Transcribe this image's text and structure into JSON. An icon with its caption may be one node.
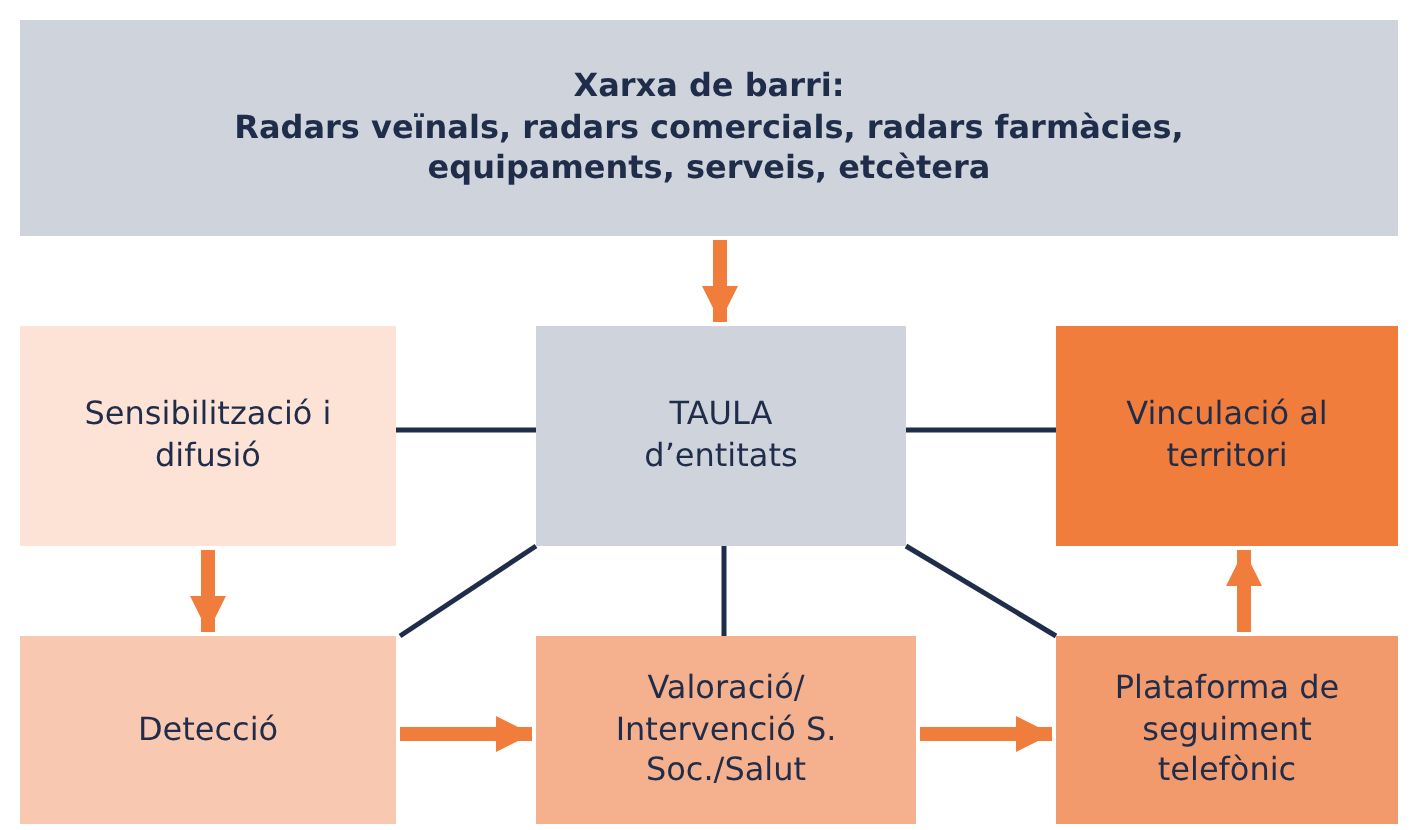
{
  "diagram": {
    "nodes": [
      {
        "text": [
          "Xarxa de barri:",
          "Radars veïnals, radars comercials, radars farmàcies, equipaments, serveis, etcètera"
        ]
      },
      {
        "text": [
          "Sensibilització i difusió"
        ]
      },
      {
        "text": [
          "TAULA d’entitats"
        ]
      },
      {
        "text": [
          "Vinculació al territori"
        ]
      },
      {
        "text": [
          "Detecció"
        ]
      },
      {
        "text": [
          "Valoració/ Intervenció S. Soc./Salut"
        ]
      },
      {
        "text": [
          "Plataforma de seguiment telefònic"
        ]
      }
    ],
    "edges": [
      {
        "from": 0,
        "to": 2,
        "arrow": "to",
        "style": "thick"
      },
      {
        "from": 1,
        "to": 2,
        "arrow": "none",
        "color": "#1f2d4a"
      },
      {
        "from": 2,
        "to": 3,
        "arrow": "none",
        "color": "#1f2d4a"
      },
      {
        "from": 2,
        "to": 4,
        "arrow": "none",
        "color": "#1f2d4a"
      },
      {
        "from": 2,
        "to": 5,
        "arrow": "none",
        "color": "#1f2d4a"
      },
      {
        "from": 2,
        "to": 6,
        "arrow": "none",
        "color": "#1f2d4a"
      },
      {
        "from": 1,
        "to": 4,
        "arrow": "to",
        "style": "thick"
      },
      {
        "from": 4,
        "to": 5,
        "arrow": "to",
        "style": "thick"
      },
      {
        "from": 5,
        "to": 6,
        "arrow": "to",
        "style": "thick"
      },
      {
        "from": 6,
        "to": 3,
        "arrow": "to",
        "style": "thick"
      }
    ]
  }
}
